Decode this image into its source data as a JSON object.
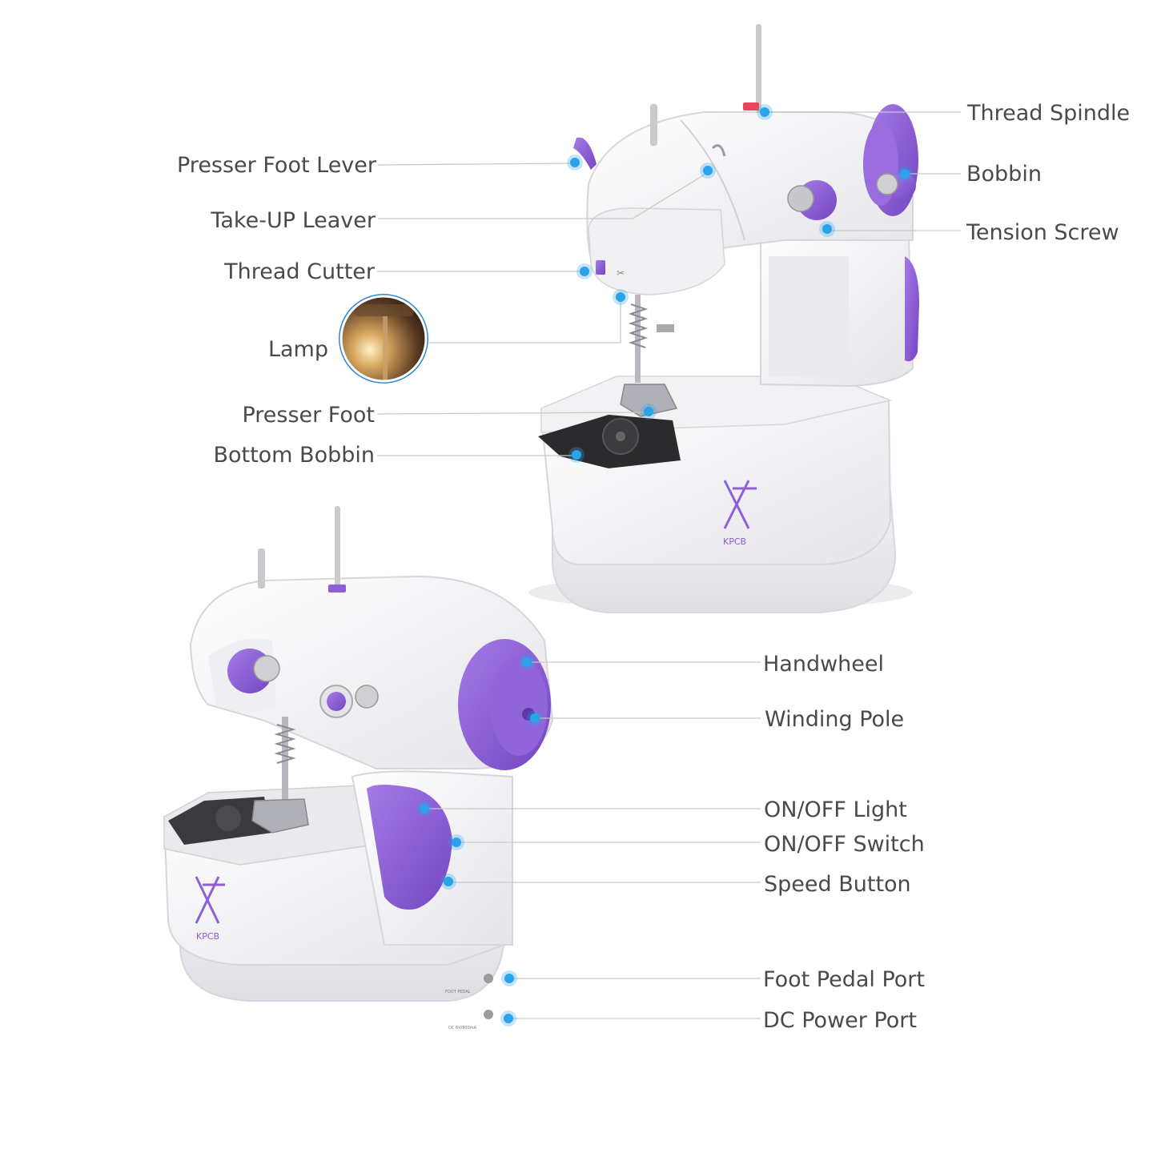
{
  "colors": {
    "accent_purple": "#8e5fd8",
    "callout_dot": "#2aa3ea",
    "label_text": "#4a4a4a",
    "leader_line": "#c9c9c9",
    "body_white": "#f4f4f6"
  },
  "brand": {
    "logo": "KPCB"
  },
  "callouts_top": [
    {
      "id": "thread-spindle",
      "label": "Thread Spindle"
    },
    {
      "id": "presser-foot-lever",
      "label": "Presser Foot Lever"
    },
    {
      "id": "bobbin",
      "label": "Bobbin"
    },
    {
      "id": "take-up-leaver",
      "label": "Take-UP Leaver"
    },
    {
      "id": "tension-screw",
      "label": "Tension Screw"
    },
    {
      "id": "thread-cutter",
      "label": "Thread Cutter"
    },
    {
      "id": "lamp",
      "label": "Lamp"
    },
    {
      "id": "presser-foot",
      "label": "Presser Foot"
    },
    {
      "id": "bottom-bobbin",
      "label": "Bottom Bobbin"
    }
  ],
  "callouts_bottom": [
    {
      "id": "handwheel",
      "label": "Handwheel"
    },
    {
      "id": "winding-pole",
      "label": "Winding Pole"
    },
    {
      "id": "on-off-light",
      "label": "ON/OFF Light"
    },
    {
      "id": "on-off-switch",
      "label": "ON/OFF Switch"
    },
    {
      "id": "speed-button",
      "label": "Speed Button"
    },
    {
      "id": "foot-pedal-port",
      "label": "Foot Pedal Port"
    },
    {
      "id": "dc-power-port",
      "label": "DC Power Port"
    }
  ],
  "port_labels": {
    "foot_pedal": "FOOT PEDAL",
    "dc": "DC 6V/800mA"
  }
}
